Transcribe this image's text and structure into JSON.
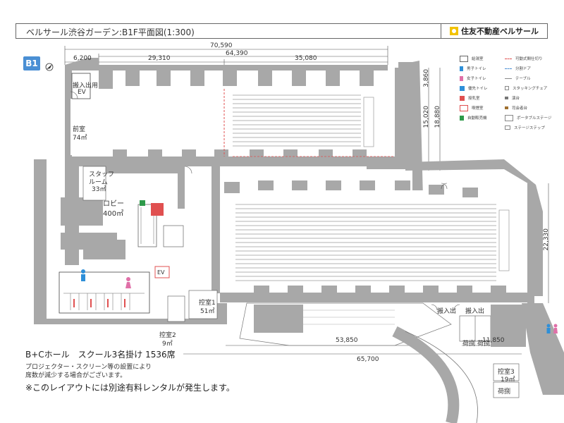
{
  "header": {
    "title": "ベルサール渋谷ガーデン:B1F平面図(1:300)",
    "brand": "住友不動産ベルサール"
  },
  "floor_badge": "B1",
  "dimensions": {
    "d70590": "70,590",
    "d64390": "64,390",
    "d6200": "6,200",
    "d29310": "29,310",
    "d35080": "35,080",
    "d3860": "3,860",
    "d15020": "15,020",
    "d18880": "18,880",
    "d22330": "22,330",
    "d53850": "53,850",
    "d65700": "65,700",
    "d11850": "11,850"
  },
  "rooms": {
    "freight_ev": "搬入出用",
    "ev": "EV",
    "anteroom": "前室",
    "anteroom_area": "74㎡",
    "staff_room": "スタッフ",
    "staff_room2": "ルーム",
    "staff_area": "33㎡",
    "lobby": "ロビー",
    "lobby_area": "400㎡",
    "ev2": "EV",
    "waiting1": "控室1",
    "waiting1_area": "51㎡",
    "waiting2": "控室2",
    "waiting2_area": "9㎡",
    "waiting3": "控室3",
    "waiting3_area": "19㎡",
    "loading1": "搬入出",
    "loading2": "搬入出",
    "cargo1": "荷捌",
    "cargo2": "荷捌",
    "cargo3": "荷捌"
  },
  "legend": {
    "left": [
      {
        "label": "給湯室"
      },
      {
        "label": "男子トイレ"
      },
      {
        "label": "女子トイレ"
      },
      {
        "label": "優先トイレ"
      },
      {
        "label": "授乳室"
      },
      {
        "label": "喫煙室"
      },
      {
        "label": "自動販売機"
      }
    ],
    "right": [
      {
        "label": "可動式間仕切り"
      },
      {
        "label": "分割ドア"
      },
      {
        "label": "テーブル"
      },
      {
        "label": "スタッキングチェア"
      },
      {
        "label": "演台"
      },
      {
        "label": "司会者台"
      },
      {
        "label": "ポータブルステージ"
      },
      {
        "label": "ステージステップ"
      }
    ]
  },
  "notes": {
    "main": "B+Cホール　スクール3名掛け 1536席",
    "sub1": "プロジェクター・スクリーン等の設置により",
    "sub2": "席数が減少する場合がございます。",
    "warn": "※このレイアウトには別途有料レンタルが発生します。"
  },
  "colors": {
    "wall": "#a8a8a8",
    "wall_dark": "#8c8c8c",
    "accent_blue": "#4a8fd4",
    "partition_red": "#e05050",
    "male": "#2e8fd8",
    "female": "#e070a8"
  }
}
